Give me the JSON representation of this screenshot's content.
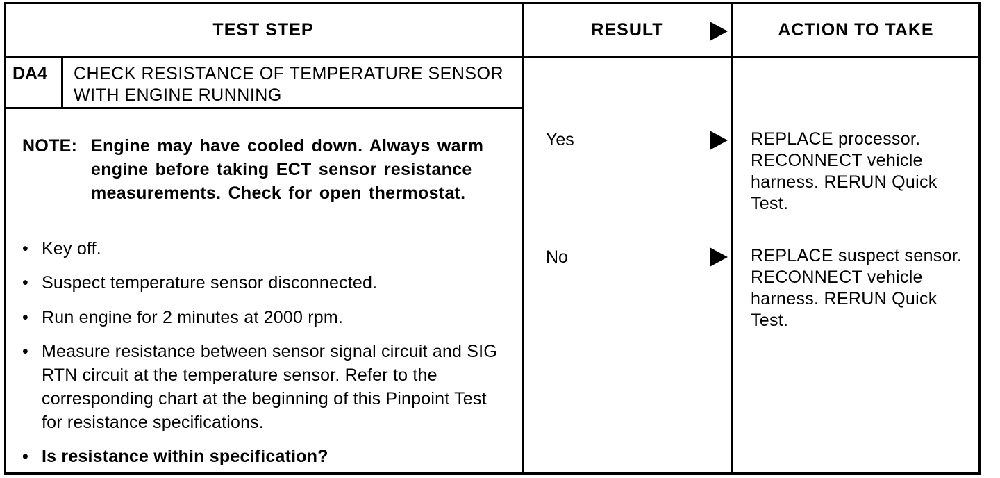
{
  "header": {
    "test_step": "TEST STEP",
    "result": "RESULT",
    "action": "ACTION TO TAKE"
  },
  "step": {
    "id": "DA4",
    "title": "CHECK RESISTANCE OF TEMPERATURE SENSOR WITH ENGINE RUNNING"
  },
  "note": {
    "label": "NOTE:",
    "text": "Engine may have cooled down. Always warm engine before taking ECT sensor resistance measurements. Check for open thermostat."
  },
  "bullets": [
    "Key off.",
    "Suspect temperature sensor disconnected.",
    "Run engine for 2 minutes at 2000 rpm.",
    "Measure resistance between sensor signal circuit and SIG RTN circuit at the temperature sensor. Refer to the corresponding chart at the beginning of this Pinpoint Test for resistance specifications.",
    "Is resistance within specification?"
  ],
  "bullet_symbol": "•",
  "results": [
    {
      "label": "Yes",
      "action": "REPLACE processor. RECONNECT vehicle harness. RERUN Quick Test."
    },
    {
      "label": "No",
      "action": "REPLACE suspect sensor. RECONNECT vehicle harness. RERUN Quick Test."
    }
  ],
  "colors": {
    "line": "#000000",
    "background": "#ffffff"
  }
}
